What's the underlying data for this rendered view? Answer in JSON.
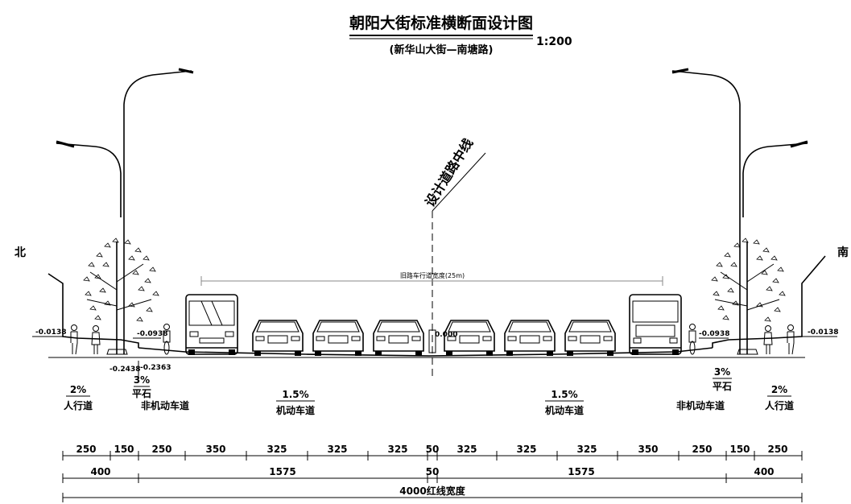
{
  "drawing": {
    "title": "朝阳大街标准横断面设计图",
    "subtitle": "(新华山大街—南塘路)",
    "scale": "1:200",
    "centerline_label": "设计道路中线",
    "old_width_label": "旧路车行道宽度(25m)",
    "north_label": "北",
    "south_label": "南"
  },
  "elevations": {
    "left_outer": "-0.0138",
    "left_curb": "-0.0938",
    "left_a": "-0.2438",
    "left_b": "-0.2363",
    "center": "0.000",
    "right_curb": "-0.0938",
    "right_outer": "-0.0138"
  },
  "slopes": {
    "left_ped_slope": "2%",
    "left_ped_label": "人行道",
    "left_stone_slope": "3%",
    "left_stone_label": "平石",
    "left_nonmotor_label": "非机动车道",
    "left_motor_slope": "1.5%",
    "left_motor_label": "机动车道",
    "right_motor_slope": "1.5%",
    "right_motor_label": "机动车道",
    "right_stone_slope": "3%",
    "right_stone_label": "平石",
    "right_nonmotor_label": "非机动车道",
    "right_ped_slope": "2%",
    "right_ped_label": "人行道"
  },
  "dimensions": {
    "row1": [
      "250",
      "150",
      "250",
      "350",
      "325",
      "325",
      "325",
      "50",
      "325",
      "325",
      "325",
      "350",
      "250",
      "150",
      "250"
    ],
    "row2": [
      "400",
      "1575",
      "50",
      "1575",
      "400"
    ],
    "total": "4000红线宽度"
  }
}
